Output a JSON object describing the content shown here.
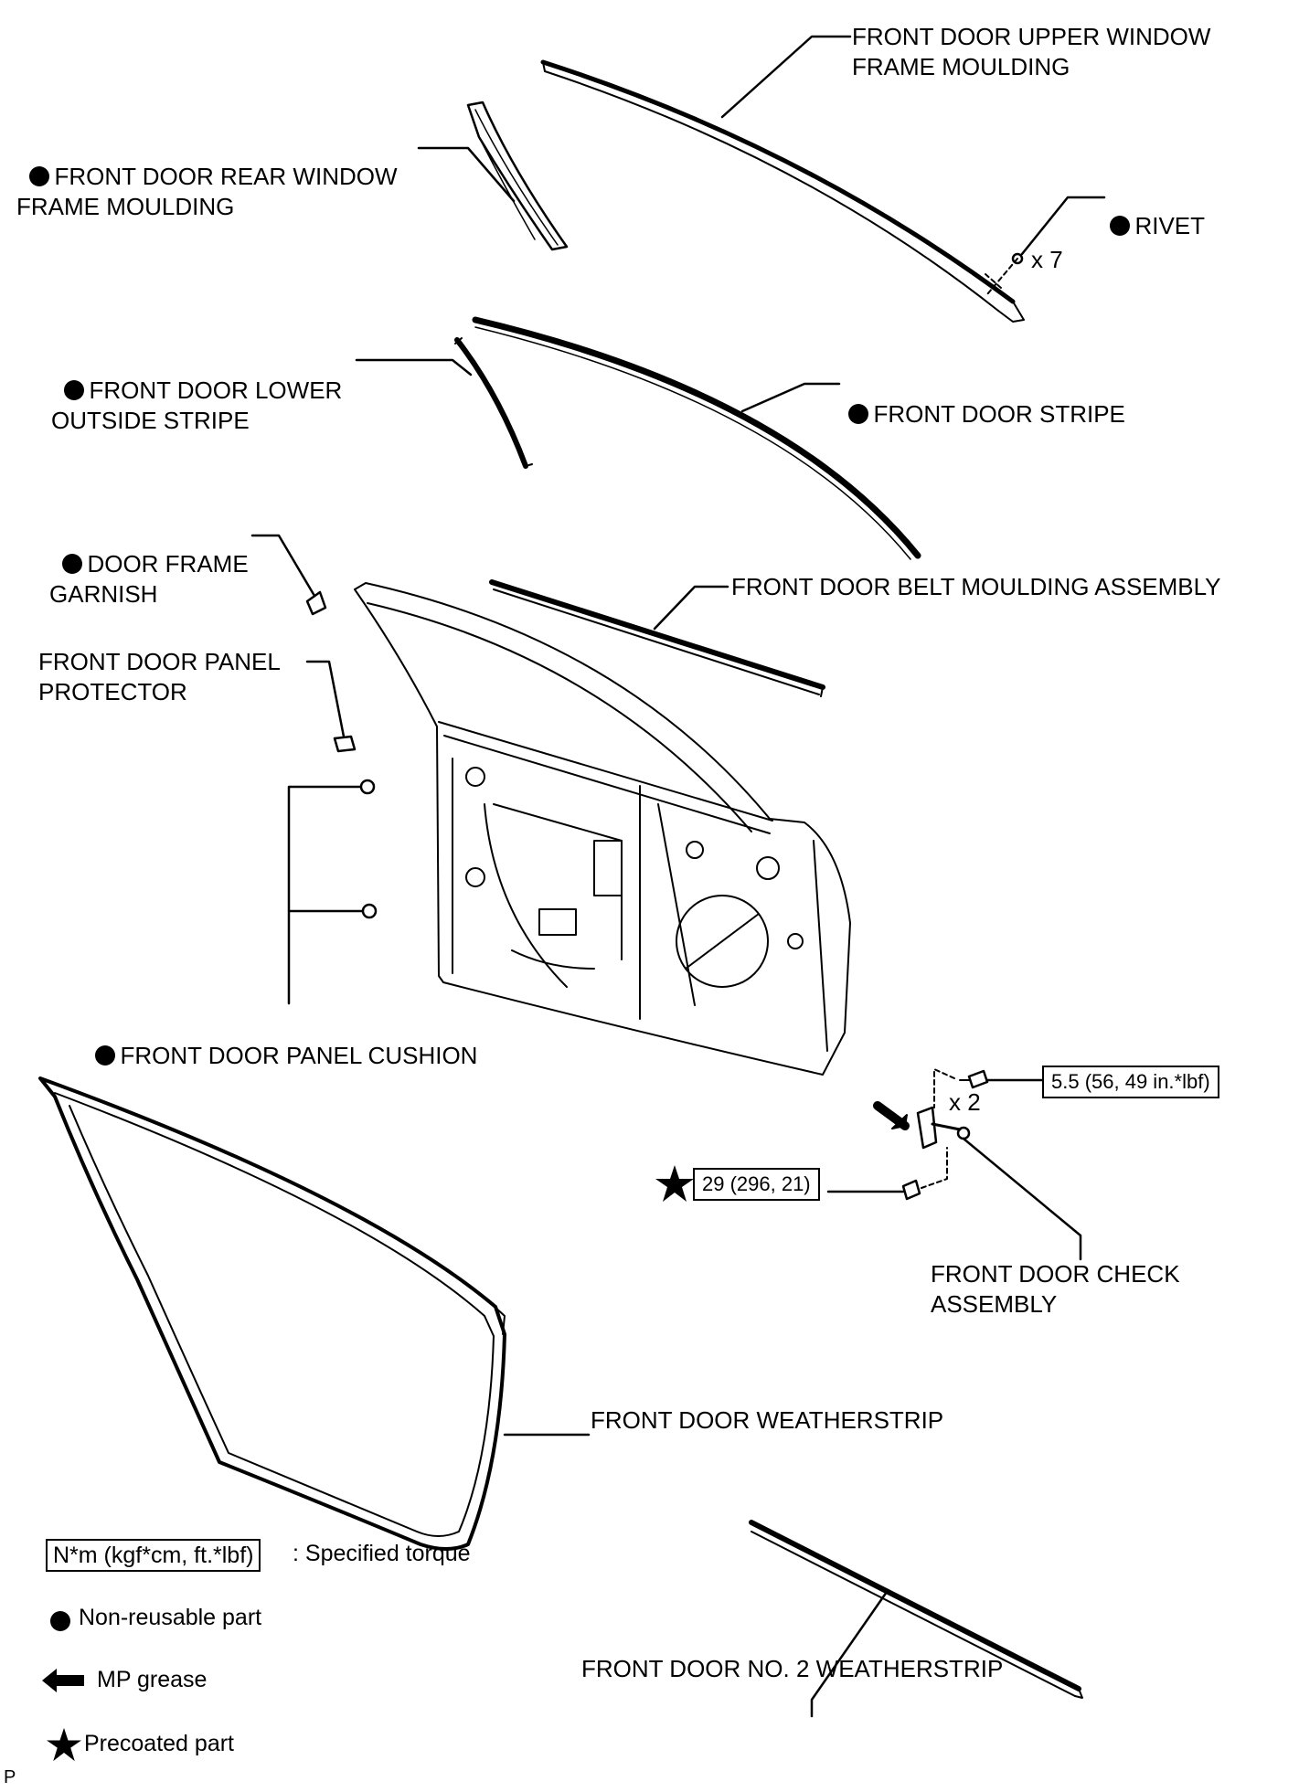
{
  "parts": {
    "upper_moulding": "FRONT DOOR UPPER WINDOW\nFRAME MOULDING",
    "rear_moulding": "FRONT DOOR REAR WINDOW\nFRAME MOULDING",
    "rivet": "RIVET",
    "rivet_qty": "x 7",
    "lower_stripe": "FRONT DOOR LOWER\nOUTSIDE STRIPE",
    "door_stripe": "FRONT DOOR STRIPE",
    "frame_garnish": "DOOR FRAME\nGARNISH",
    "belt_moulding": "FRONT DOOR BELT MOULDING ASSEMBLY",
    "panel_protector": "FRONT DOOR PANEL\nPROTECTOR",
    "panel_cushion": "FRONT DOOR PANEL CUSHION",
    "check_assembly": "FRONT DOOR CHECK\nASSEMBLY",
    "weatherstrip": "FRONT DOOR WEATHERSTRIP",
    "no2_weatherstrip": "FRONT DOOR NO. 2 WEATHERSTRIP"
  },
  "torque": {
    "bolt_upper": "5.5 (56, 49 in.*lbf)",
    "bolt_upper_qty": "x 2",
    "bolt_lower": "29 (296, 21)"
  },
  "legend": {
    "torque_box": "N*m (kgf*cm, ft.*lbf)",
    "torque_desc": ": Specified torque",
    "nonreusable": "Non-reusable part",
    "grease": "MP grease",
    "precoated": "Precoated part"
  },
  "corner_mark": "P"
}
